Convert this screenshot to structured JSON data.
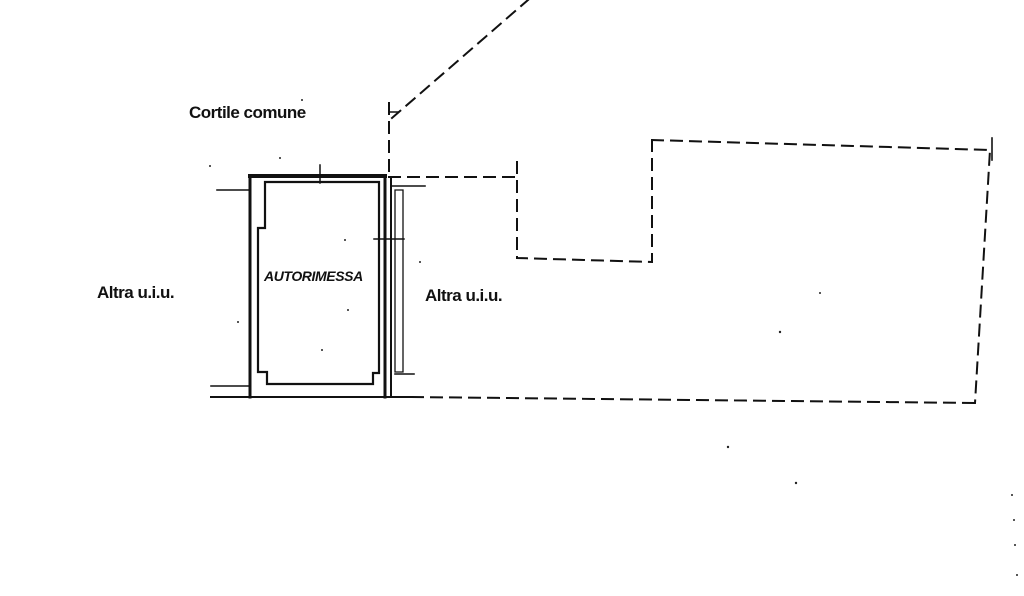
{
  "labels": {
    "courtyard": "Cortile comune",
    "room": "AUTORIMESSA",
    "other_left": "Altra u.i.u.",
    "other_right": "Altra u.i.u."
  },
  "colors": {
    "ink": "#111111",
    "background": "#ffffff"
  }
}
